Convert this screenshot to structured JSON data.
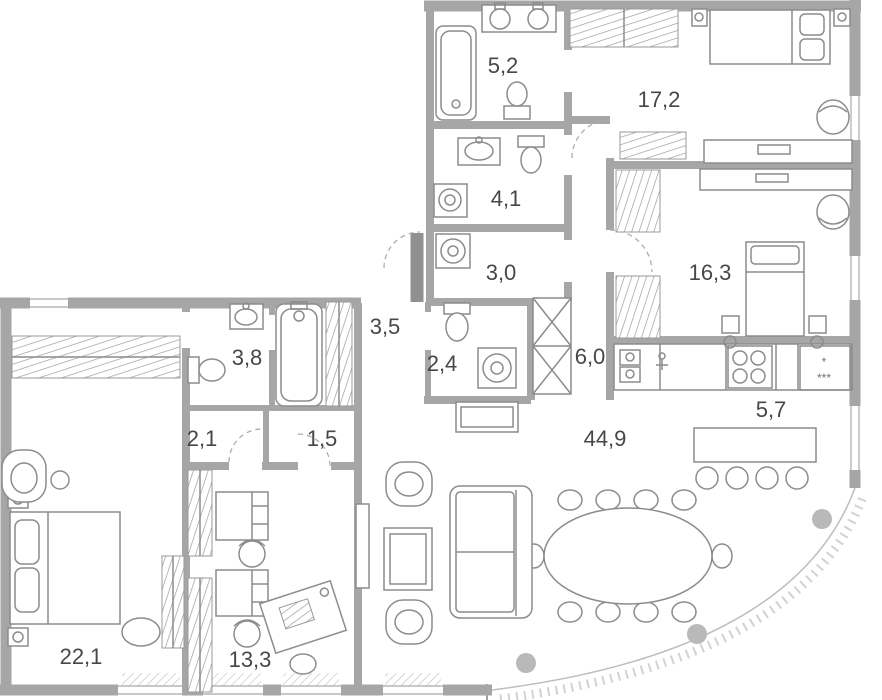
{
  "floor_plan": {
    "rooms": {
      "bath_top": {
        "area": "5,2"
      },
      "bedroom_top_right": {
        "area": "17,2"
      },
      "bath_mid": {
        "area": "4,1"
      },
      "laundry": {
        "area": "3,0"
      },
      "bedroom_right": {
        "area": "16,3"
      },
      "hall_upper": {
        "area": "3,5"
      },
      "wc_center": {
        "area": "2,4"
      },
      "corridor": {
        "area": "6,0"
      },
      "wc_left": {
        "area": "3,8"
      },
      "kitchen": {
        "area": "5,7"
      },
      "closet_left": {
        "area": "2,1"
      },
      "closet_right": {
        "area": "1,5"
      },
      "living_dining": {
        "area": "44,9"
      },
      "bedroom_bottom_left": {
        "area": "22,1"
      },
      "study": {
        "area": "13,3"
      }
    },
    "kitchen_marks": {
      "star_top": "*",
      "star_bottom": "***"
    },
    "colors": {
      "wall": "#a6a6a6",
      "furniture": "#8c8c8c",
      "label": "#474747",
      "balcony": "#c6c6c6"
    }
  }
}
